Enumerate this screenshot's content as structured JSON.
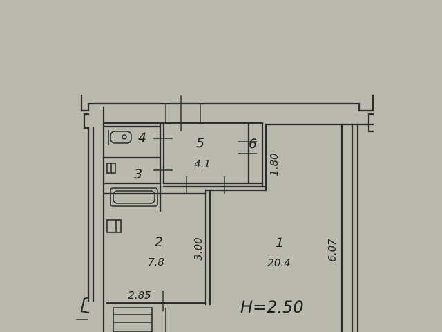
{
  "plan": {
    "rooms": [
      {
        "number": "1",
        "area": "20.4"
      },
      {
        "number": "2",
        "area": "7.8"
      },
      {
        "number": "3"
      },
      {
        "number": "4"
      },
      {
        "number": "5",
        "area": "4.1"
      },
      {
        "number": "6"
      }
    ],
    "dimensions": {
      "room1_length": "6.07",
      "room2_length": "3.00",
      "room2_width": "2.85",
      "corridor_length": "1.80"
    },
    "ceiling_height": "H=2.50"
  }
}
